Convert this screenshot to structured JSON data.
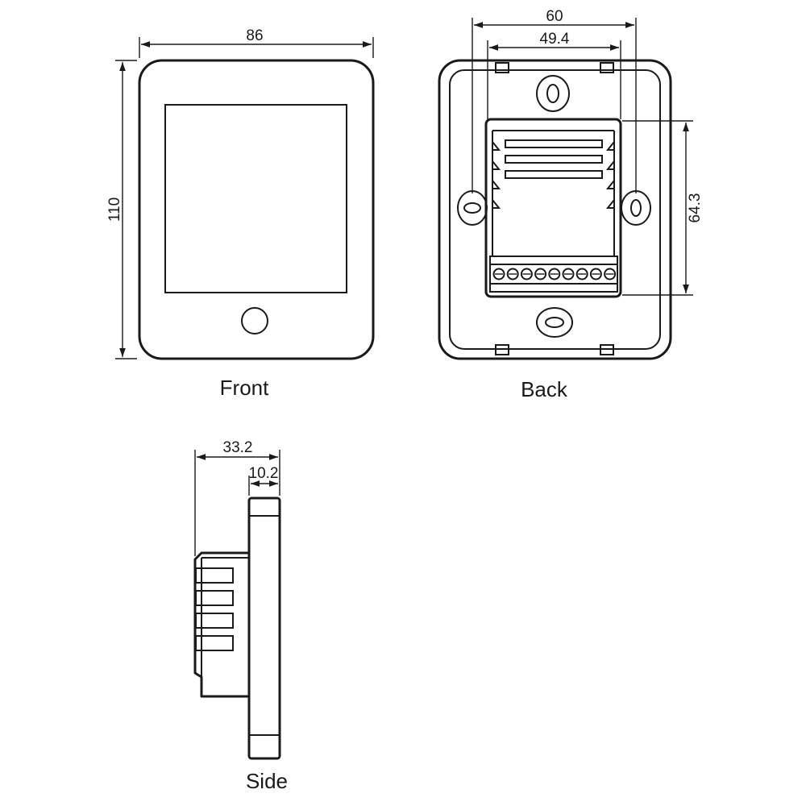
{
  "front": {
    "caption": "Front",
    "dim_width": "86",
    "dim_height": "110"
  },
  "back": {
    "caption": "Back",
    "dim_outer_width": "60",
    "dim_inner_width": "49.4",
    "dim_height": "64.3"
  },
  "side": {
    "caption": "Side",
    "dim_total_depth": "33.2",
    "dim_plate_depth": "10.2"
  }
}
